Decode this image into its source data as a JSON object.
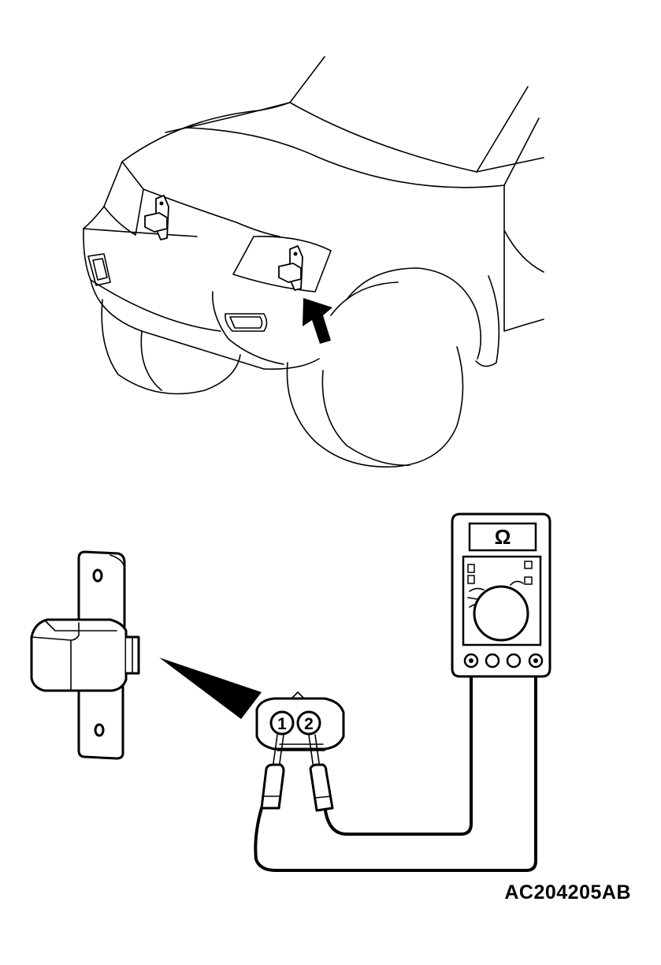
{
  "figure_id": "AC204205AB",
  "meter": {
    "unit_symbol": "Ω"
  },
  "terminals": [
    "1",
    "2"
  ],
  "colors": {
    "ink": "#000000",
    "paper": "#ffffff"
  },
  "icons": {
    "vehicle": "vehicle-front-icon",
    "sensor": "sensor-bracket-icon",
    "meter": "ohmmeter-icon",
    "arrow": "location-arrow-icon"
  }
}
